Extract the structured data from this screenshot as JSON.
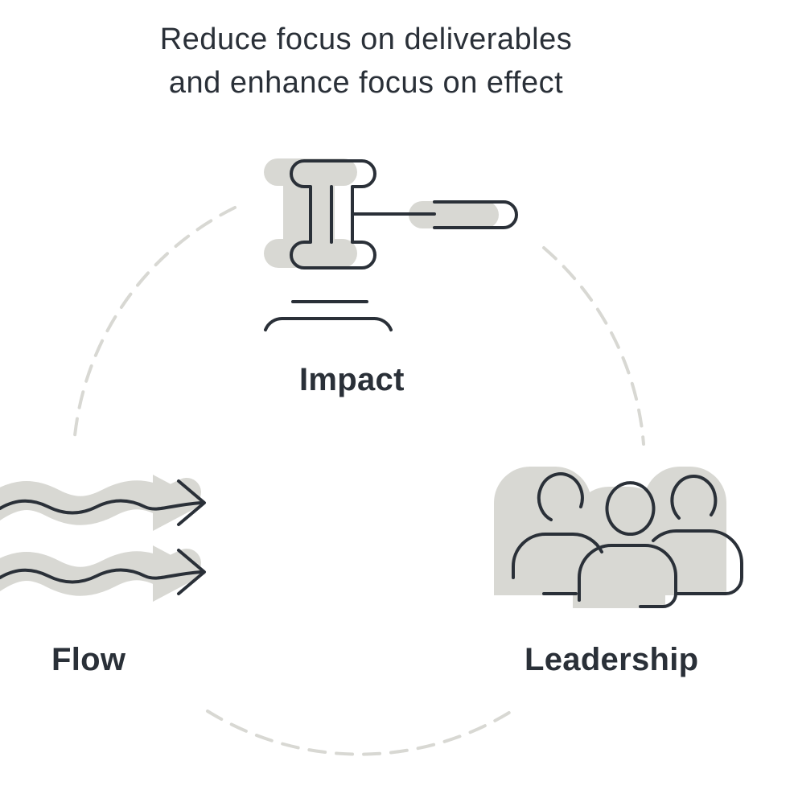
{
  "title": {
    "line1": "Reduce focus on deliverables",
    "line2": "and enhance focus on effect"
  },
  "nodes": {
    "impact": {
      "label": "Impact",
      "icon": "gavel-icon"
    },
    "flow": {
      "label": "Flow",
      "icon": "wavy-arrows-icon"
    },
    "leadership": {
      "label": "Leadership",
      "icon": "people-group-icon"
    }
  },
  "colors": {
    "stroke": "#2a3038",
    "fill": "#d8d8d3",
    "dash": "#d8d8d3",
    "text": "#2a3038"
  }
}
